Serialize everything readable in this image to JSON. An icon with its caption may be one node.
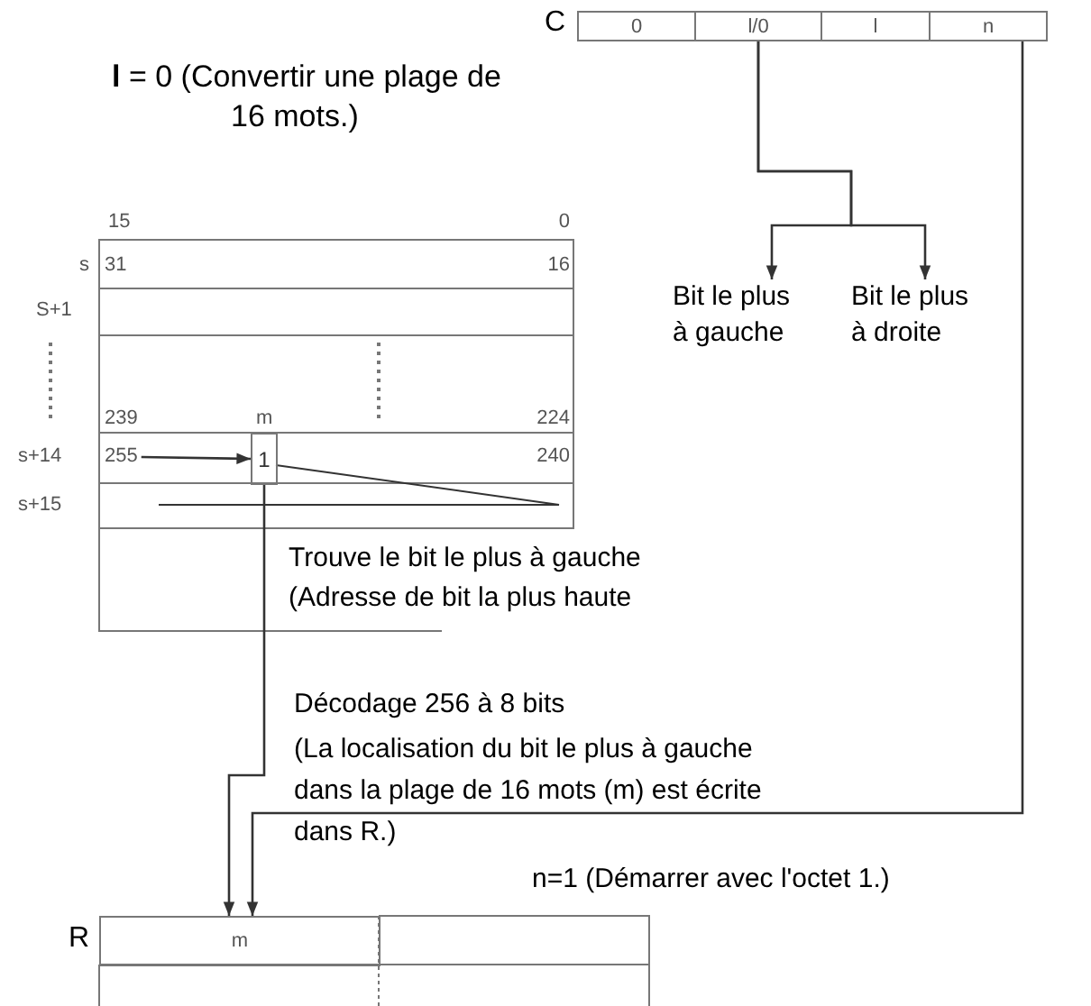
{
  "diagram": {
    "nodes": [
      {
        "text": [
          "0"
        ]
      },
      {
        "text": [
          "l/0"
        ]
      },
      {
        "text": [
          "l"
        ]
      },
      {
        "text": [
          "n"
        ]
      },
      {
        "text": [
          "Bit le plus à gauche"
        ]
      },
      {
        "text": [
          "Bit le plus à droite"
        ]
      },
      {
        "text": [
          "255"
        ]
      },
      {
        "text": [
          "1"
        ],
        "beside": [
          "m"
        ]
      },
      {
        "text": [
          "m"
        ]
      }
    ],
    "edges": [
      {
        "from": 1,
        "to": 4,
        "arrow": "to"
      },
      {
        "from": 1,
        "to": 5,
        "arrow": "to"
      },
      {
        "from": 6,
        "to": 7,
        "arrow": "to"
      },
      {
        "from": 7,
        "to": 8,
        "arrow": "to"
      },
      {
        "from": 3,
        "to": 8,
        "arrow": "to"
      }
    ],
    "labels": [
      "C",
      "**l** = 0 (Convertir une plage de 16 mots.)",
      "15",
      "0",
      "s",
      "31",
      "16",
      "S+1",
      "239",
      "224",
      "s+14",
      "240",
      "s+15",
      "Trouve le bit le plus à gauche",
      "(Adresse de bit la plus haute",
      "Décodage 256 à 8 bits",
      "(La localisation du bit le plus à gauche dans la plage de 16 mots (m) est écrite dans R.)",
      "n=1 (Démarrer avec l'octet 1.)",
      "R"
    ]
  }
}
